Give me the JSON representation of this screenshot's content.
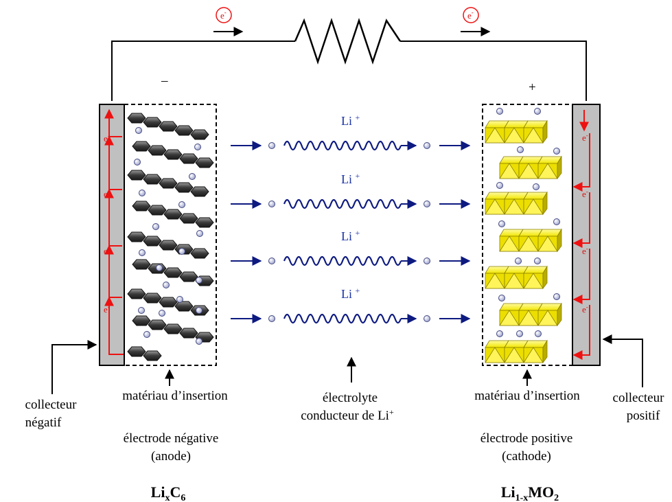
{
  "circuit": {
    "electron_symbol": "e",
    "electron_sup": "-",
    "minus_sign": "–",
    "plus_sign": "+"
  },
  "electrolyte": {
    "ion_label": "Li",
    "ion_sup": "+",
    "label_line1": "électrolyte",
    "label_line2": "conducteur de Li",
    "label_line2_sup": "+"
  },
  "negative": {
    "collector_line1": "collecteur",
    "collector_line2": "négatif",
    "material": "matériau d’insertion",
    "electrode_line1": "électrode négative",
    "electrode_line2": "(anode)",
    "formula": {
      "a": "Li",
      "b": "x",
      "c": "C",
      "d": "6"
    }
  },
  "positive": {
    "collector_line1": "collecteur",
    "collector_line2": "positif",
    "material": "matériau d’insertion",
    "electrode_line1": "électrode positive",
    "electrode_line2": "(cathode)",
    "formula": {
      "a": "Li",
      "b": "1-x",
      "c": "MO",
      "d": "2"
    }
  },
  "colors": {
    "collector_fill": "#c0c0c0",
    "electron_flow": "#ee1111",
    "ion_flow": "#0d1a80",
    "graphite": "#3a3a3a",
    "oxide": "#ecdf00",
    "lithium_ion": "#c4c8e8"
  },
  "icons": [
    "resistor-icon",
    "electron-icon",
    "graphite-sheet-icon",
    "oxide-layer-icon",
    "lithium-ion-icon"
  ]
}
